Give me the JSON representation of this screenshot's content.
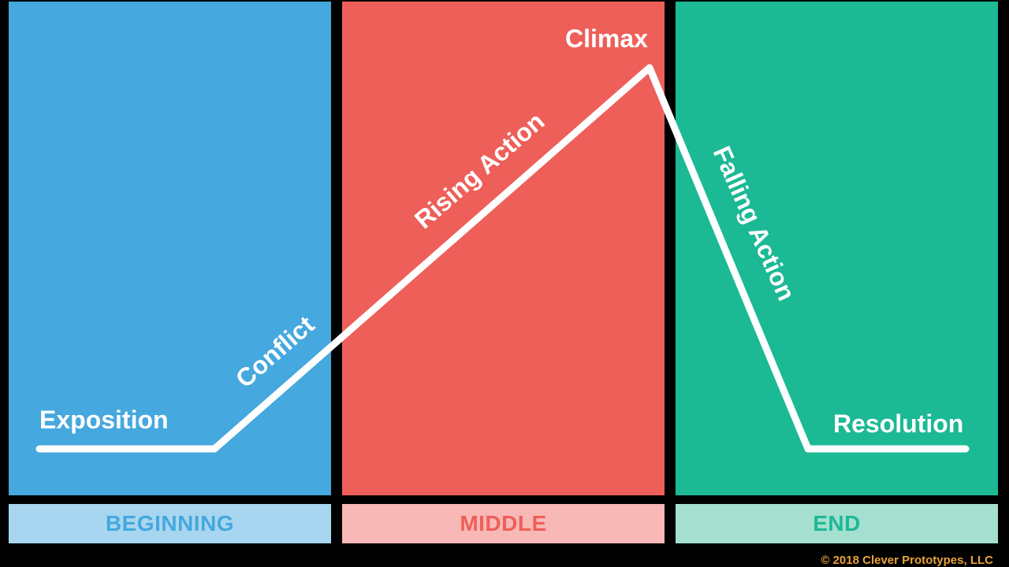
{
  "colors": {
    "background": "#000000",
    "beginning": "#45a8de",
    "middle": "#ee5f59",
    "end": "#1cb995",
    "beginning_bar": "#a8d6f0",
    "middle_bar": "#f7b8b6",
    "end_bar": "#a4dfcf",
    "beginning_text": "#45a8de",
    "middle_text": "#ee5f59",
    "end_text": "#1cb995",
    "line": "#ffffff",
    "copyright": "#e8a33d"
  },
  "sections": {
    "beginning": "BEGINNING",
    "middle": "MIDDLE",
    "end": "END"
  },
  "stages": {
    "exposition": "Exposition",
    "conflict": "Conflict",
    "rising_action": "Rising Action",
    "climax": "Climax",
    "falling_action": "Falling Action",
    "resolution": "Resolution"
  },
  "copyright": "© 2018 Clever Prototypes, LLC"
}
